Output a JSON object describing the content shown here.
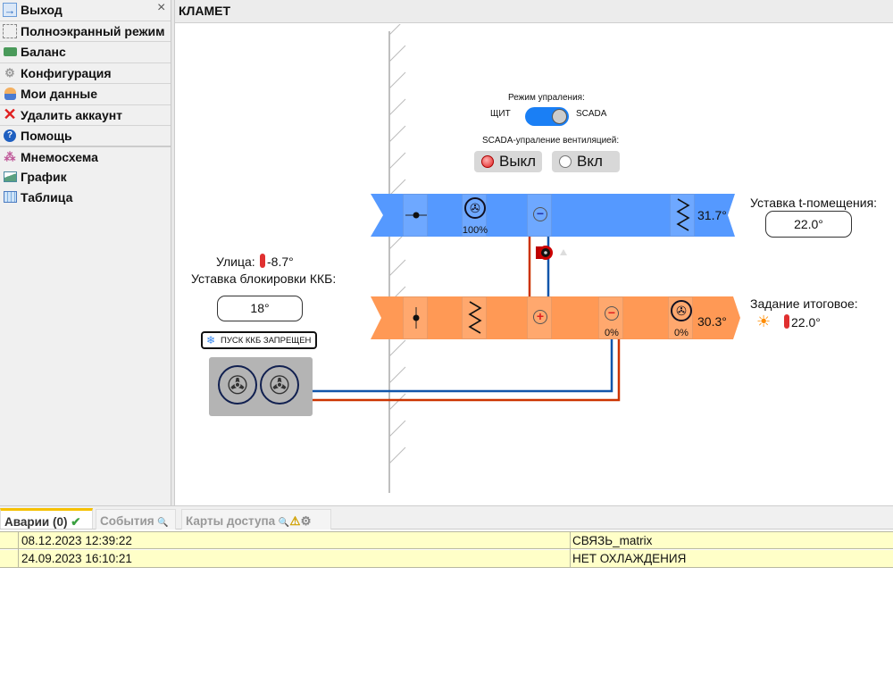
{
  "sidebar": {
    "items": [
      {
        "label": "Выход",
        "icon": "exit-icon"
      },
      {
        "label": "Полноэкранный режим",
        "icon": "fullscreen-icon"
      },
      {
        "label": "Баланс",
        "icon": "balance-icon"
      },
      {
        "label": "Конфигурация",
        "icon": "gear-icon"
      },
      {
        "label": "Мои данные",
        "icon": "user-icon"
      },
      {
        "label": "Удалить аккаунт",
        "icon": "delete-icon"
      },
      {
        "label": "Помощь",
        "icon": "help-icon"
      },
      {
        "label": "Мнемосхема",
        "icon": "diagram-icon"
      },
      {
        "label": "График",
        "icon": "chart-icon"
      },
      {
        "label": "Таблица",
        "icon": "table-icon"
      }
    ],
    "close": "×"
  },
  "header": {
    "title": "КЛАМЕТ"
  },
  "diagram": {
    "control_mode_label": "Режим упраления:",
    "mode_left": "ЩИТ",
    "mode_right": "SCADA",
    "mode_scada_on": true,
    "scada_vent_label": "SCADA-упраление вентиляцией:",
    "btn_off": "Выкл",
    "btn_on": "Вкл",
    "off_active": true,
    "supply": {
      "fan_pct": "100%",
      "temp": "31.7°"
    },
    "exhaust": {
      "valve_pct": "0%",
      "fan_pct": "0%",
      "temp": "30.3°"
    },
    "room_setpoint_label": "Уставка t-помещения:",
    "room_setpoint": "22.0°",
    "final_task_label": "Задание итоговое:",
    "final_task": "22.0°",
    "street_label": "Улица:",
    "street_temp": "-8.7°",
    "kkb_block_label": "Уставка блокировки ККБ:",
    "kkb_block_value": "18°",
    "kkb_status": "ПУСК ККБ ЗАПРЕЩЕН",
    "colors": {
      "supply": "#5599ff",
      "exhaust": "#ff9955",
      "pipe_hot": "#cc3300",
      "pipe_cold": "#1155aa"
    }
  },
  "bottom": {
    "tabs": [
      {
        "label": "Аварии (0)"
      },
      {
        "label": "События"
      },
      {
        "label": "Карты доступа"
      }
    ],
    "rows": [
      {
        "time": "08.12.2023 12:39:22",
        "text": "СВЯЗЬ_matrix"
      },
      {
        "time": "24.09.2023 16:10:21",
        "text": "НЕТ ОХЛАЖДЕНИЯ"
      }
    ]
  }
}
